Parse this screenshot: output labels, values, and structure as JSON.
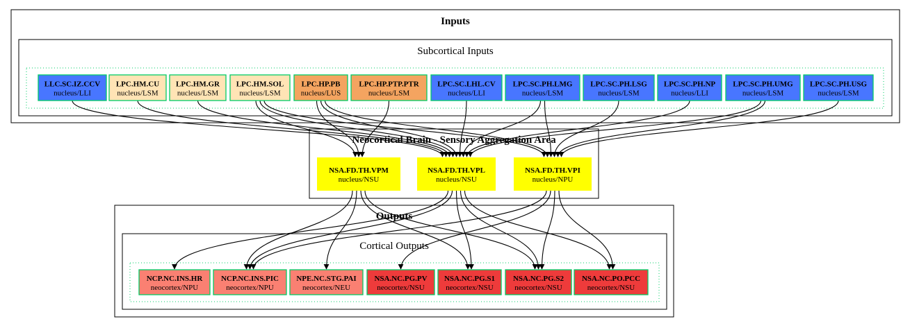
{
  "clusters": {
    "inputs": {
      "title": "Inputs"
    },
    "subcortical": {
      "title": "Subcortical Inputs"
    },
    "neocortical": {
      "title": "Neocortical Brain - Sensory Aggregation Area"
    },
    "outputs": {
      "title": "Outputs"
    },
    "cortical": {
      "title": "Cortical Outputs"
    }
  },
  "colors": {
    "blue": "#4876ff",
    "cream": "#ffe4b5",
    "orange": "#f4a460",
    "yellow": "#ffff00",
    "salmon": "#fa8072",
    "red": "#ee3b3b",
    "node_border": "#00cd66",
    "line": "#000000"
  },
  "inputs": [
    {
      "id": "llc_sc_iz_ccv",
      "name": "LLC.SC.IZ.CCV",
      "type": "nucleus/LLI",
      "color": "blue"
    },
    {
      "id": "lpc_hm_cu",
      "name": "LPC.HM.CU",
      "type": "nucleus/LSM",
      "color": "cream"
    },
    {
      "id": "lpc_hm_gr",
      "name": "LPC.HM.GR",
      "type": "nucleus/LSM",
      "color": "cream"
    },
    {
      "id": "lpc_hm_sol",
      "name": "LPC.HM.SOL",
      "type": "nucleus/LSM",
      "color": "cream"
    },
    {
      "id": "lpc_hp_pb",
      "name": "LPC.HP.PB",
      "type": "nucleus/LUS",
      "color": "orange"
    },
    {
      "id": "lpc_hp_ptp_ptr",
      "name": "LPC.HP.PTP.PTR",
      "type": "nucleus/LSM",
      "color": "orange"
    },
    {
      "id": "lpc_sc_lhl_cv",
      "name": "LPC.SC.LHL.CV",
      "type": "nucleus/LLI",
      "color": "blue"
    },
    {
      "id": "lpc_sc_ph_lmg",
      "name": "LPC.SC.PH.LMG",
      "type": "nucleus/LSM",
      "color": "blue"
    },
    {
      "id": "lpc_sc_ph_lsg",
      "name": "LPC.SC.PH.LSG",
      "type": "nucleus/LSM",
      "color": "blue"
    },
    {
      "id": "lpc_sc_ph_np",
      "name": "LPC.SC.PH.NP",
      "type": "nucleus/LLI",
      "color": "blue"
    },
    {
      "id": "lpc_sc_ph_umg",
      "name": "LPC.SC.PH.UMG",
      "type": "nucleus/LSM",
      "color": "blue"
    },
    {
      "id": "lpc_sc_ph_usg",
      "name": "LPC.SC.PH.USG",
      "type": "nucleus/LSM",
      "color": "blue"
    }
  ],
  "centers": [
    {
      "id": "nsa_fd_th_vpm",
      "name": "NSA.FD.TH.VPM",
      "type": "nucleus/NSU",
      "color": "yellow"
    },
    {
      "id": "nsa_fd_th_vpl",
      "name": "NSA.FD.TH.VPL",
      "type": "nucleus/NSU",
      "color": "yellow"
    },
    {
      "id": "nsa_fd_th_vpi",
      "name": "NSA.FD.TH.VPI",
      "type": "nucleus/NPU",
      "color": "yellow"
    }
  ],
  "outputs": [
    {
      "id": "ncp_nc_ins_hr",
      "name": "NCP.NC.INS.HR",
      "type": "neocortex/NPU",
      "color": "salmon"
    },
    {
      "id": "ncp_nc_ins_pic",
      "name": "NCP.NC.INS.PIC",
      "type": "neocortex/NPU",
      "color": "salmon"
    },
    {
      "id": "npe_nc_stg_pai",
      "name": "NPE.NC.STG.PAI",
      "type": "neocortex/NEU",
      "color": "salmon"
    },
    {
      "id": "nsa_nc_pg_pv",
      "name": "NSA.NC.PG.PV",
      "type": "neocortex/NSU",
      "color": "red"
    },
    {
      "id": "nsa_nc_pg_s1",
      "name": "NSA.NC.PG.S1",
      "type": "neocortex/NSU",
      "color": "red"
    },
    {
      "id": "nsa_nc_pg_s2",
      "name": "NSA.NC.PG.S2",
      "type": "neocortex/NSU",
      "color": "red"
    },
    {
      "id": "nsa_nc_po_pcc",
      "name": "NSA.NC.PO.PCC",
      "type": "neocortex/NSU",
      "color": "red"
    }
  ],
  "edges": [
    [
      "llc_sc_iz_ccv",
      "nsa_fd_th_vpl"
    ],
    [
      "lpc_hm_cu",
      "nsa_fd_th_vpl"
    ],
    [
      "lpc_hm_gr",
      "nsa_fd_th_vpl"
    ],
    [
      "lpc_hm_sol",
      "nsa_fd_th_vpm"
    ],
    [
      "lpc_hm_sol",
      "nsa_fd_th_vpl"
    ],
    [
      "lpc_hm_sol",
      "nsa_fd_th_vpi"
    ],
    [
      "lpc_hp_pb",
      "nsa_fd_th_vpm"
    ],
    [
      "lpc_hp_pb",
      "nsa_fd_th_vpl"
    ],
    [
      "lpc_hp_pb",
      "nsa_fd_th_vpi"
    ],
    [
      "lpc_hp_ptp_ptr",
      "nsa_fd_th_vpm"
    ],
    [
      "lpc_sc_lhl_cv",
      "nsa_fd_th_vpl"
    ],
    [
      "lpc_sc_ph_lmg",
      "nsa_fd_th_vpl"
    ],
    [
      "lpc_sc_ph_lmg",
      "nsa_fd_th_vpi"
    ],
    [
      "lpc_sc_ph_lsg",
      "nsa_fd_th_vpi"
    ],
    [
      "lpc_sc_ph_np",
      "nsa_fd_th_vpl"
    ],
    [
      "lpc_sc_ph_umg",
      "nsa_fd_th_vpl"
    ],
    [
      "lpc_sc_ph_umg",
      "nsa_fd_th_vpi"
    ],
    [
      "lpc_sc_ph_usg",
      "nsa_fd_th_vpi"
    ],
    [
      "nsa_fd_th_vpm",
      "ncp_nc_ins_pic"
    ],
    [
      "nsa_fd_th_vpm",
      "npe_nc_stg_pai"
    ],
    [
      "nsa_fd_th_vpm",
      "nsa_nc_pg_s1"
    ],
    [
      "nsa_fd_th_vpm",
      "nsa_nc_pg_s2"
    ],
    [
      "nsa_fd_th_vpl",
      "ncp_nc_ins_hr"
    ],
    [
      "nsa_fd_th_vpl",
      "ncp_nc_ins_pic"
    ],
    [
      "nsa_fd_th_vpl",
      "nsa_nc_pg_s1"
    ],
    [
      "nsa_fd_th_vpl",
      "nsa_nc_pg_s2"
    ],
    [
      "nsa_fd_th_vpl",
      "nsa_nc_po_pcc"
    ],
    [
      "nsa_fd_th_vpi",
      "ncp_nc_ins_pic"
    ],
    [
      "nsa_fd_th_vpi",
      "nsa_nc_pg_pv"
    ],
    [
      "nsa_fd_th_vpi",
      "nsa_nc_pg_s2"
    ],
    [
      "nsa_fd_th_vpi",
      "nsa_nc_po_pcc"
    ]
  ]
}
